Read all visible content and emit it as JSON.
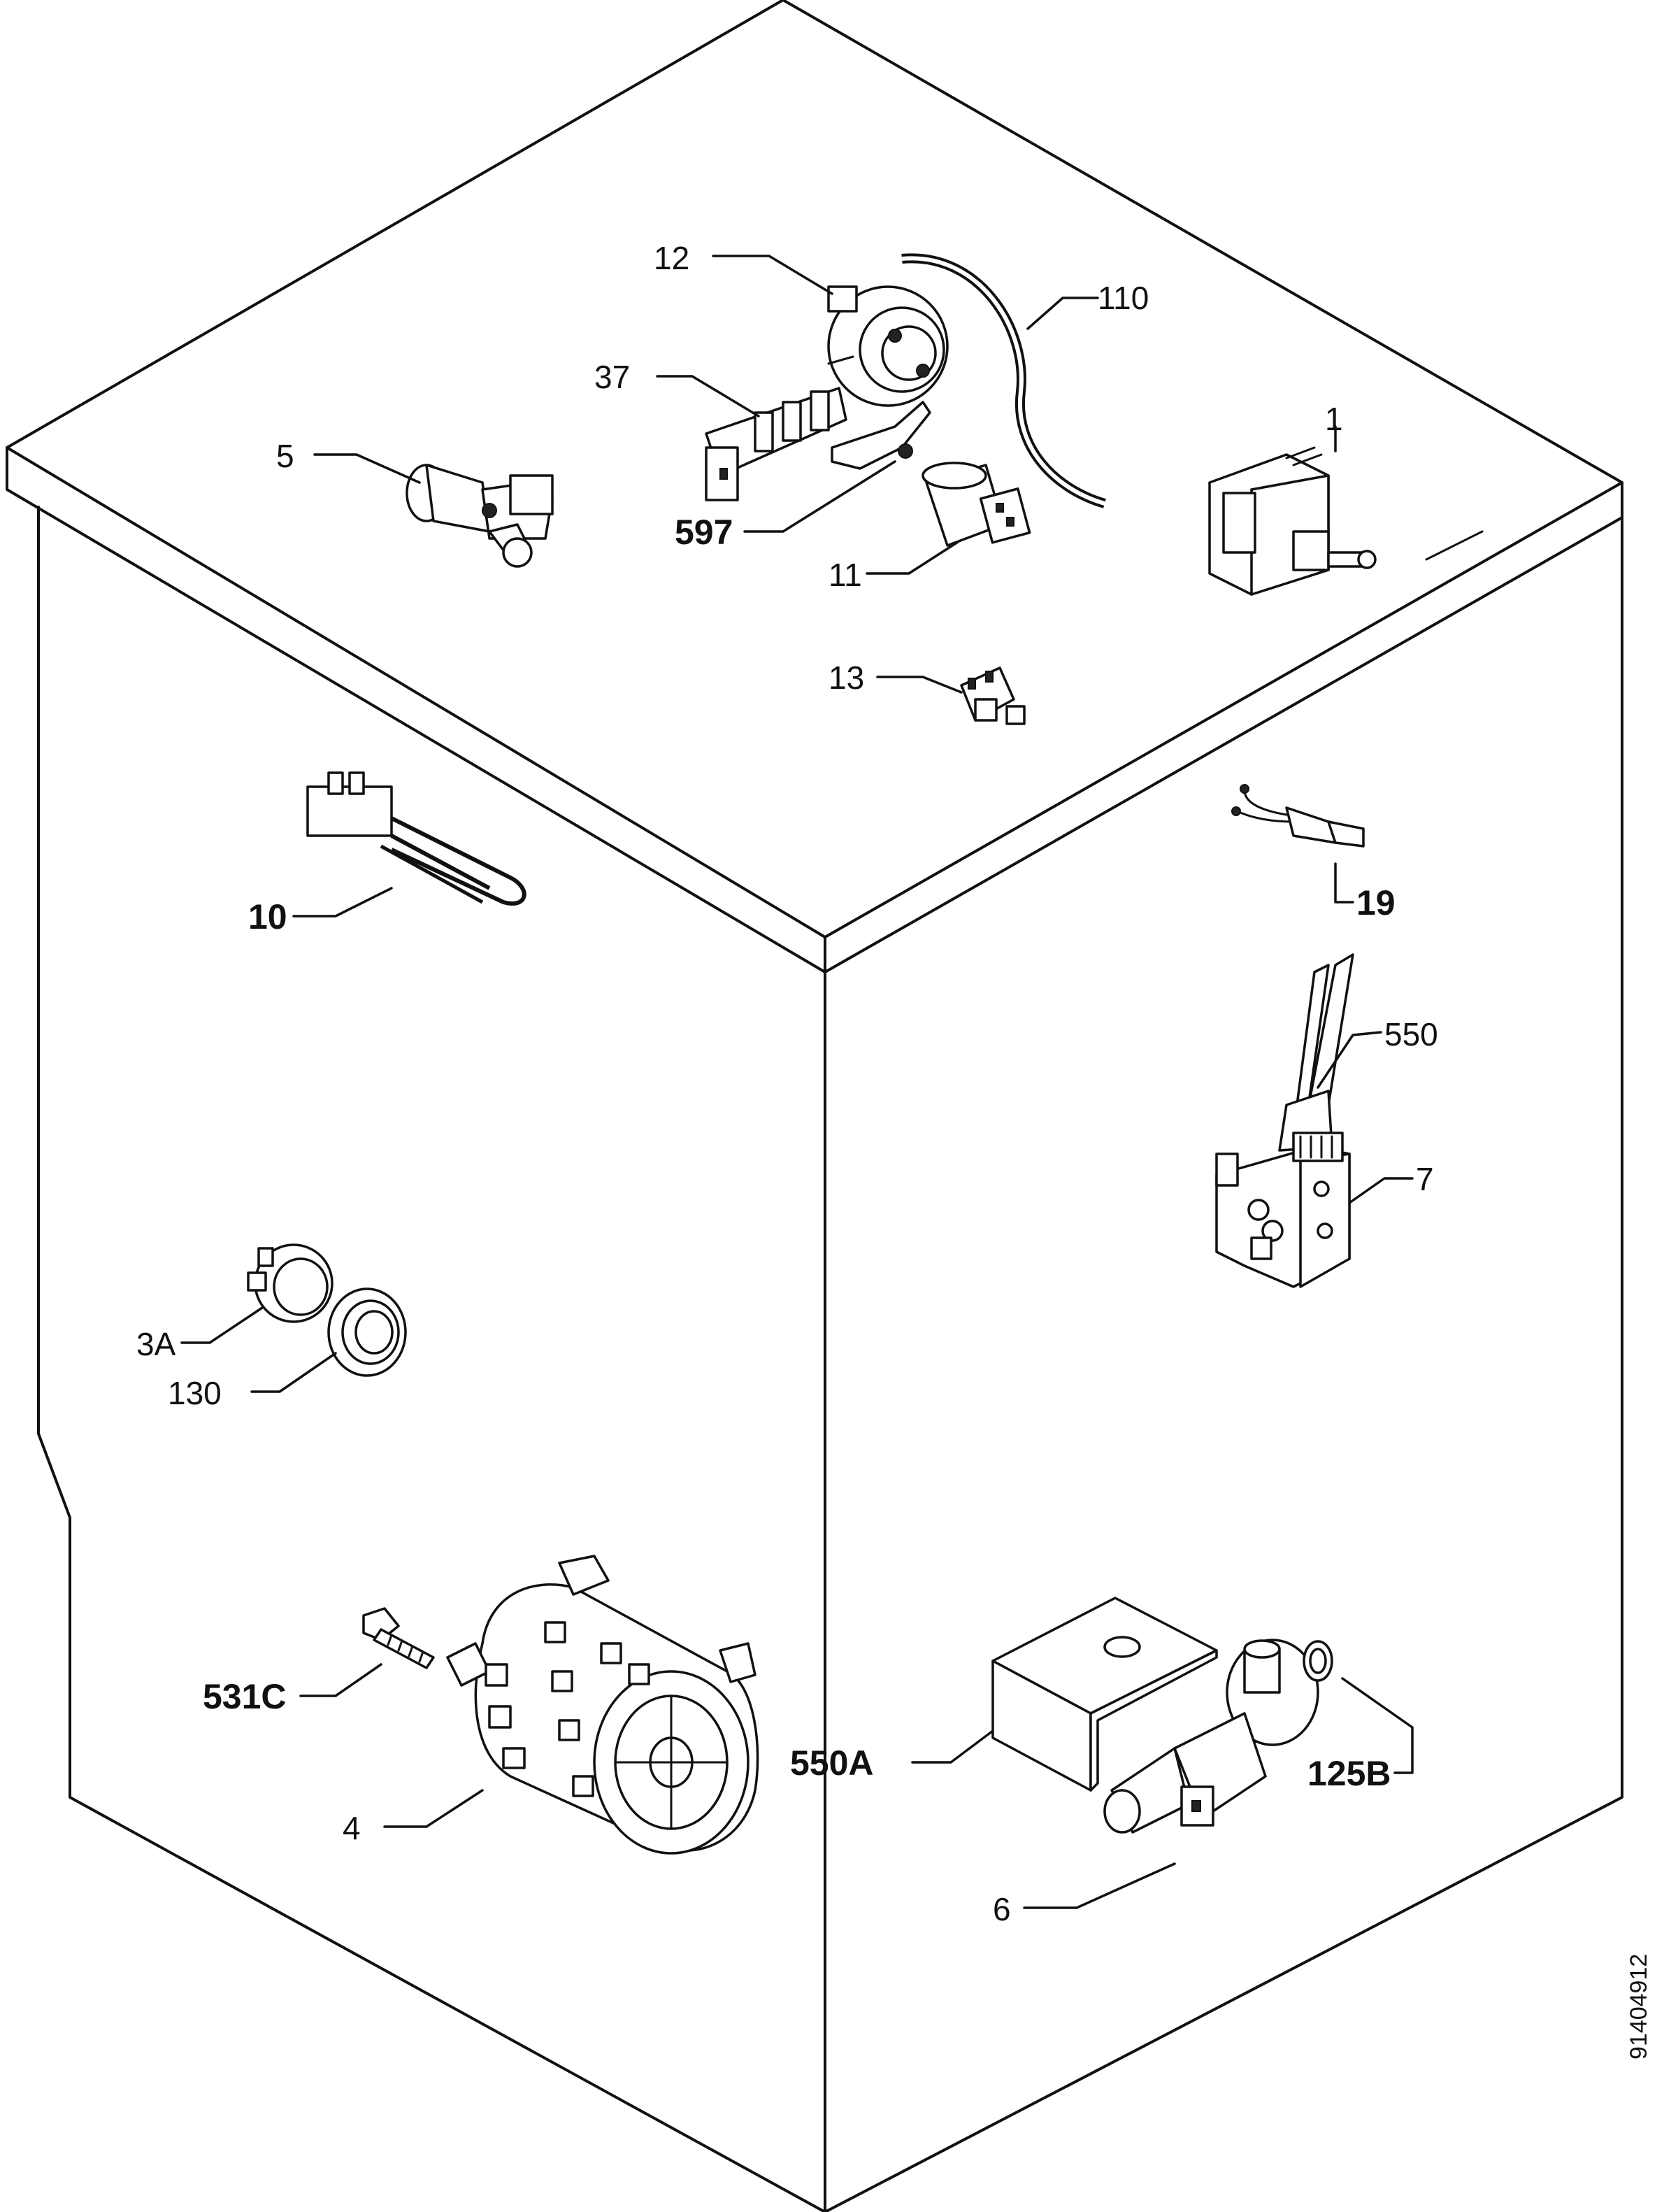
{
  "labels": {
    "p12": "12",
    "p110": "110",
    "p37": "37",
    "p5": "5",
    "p1": "1",
    "p597": "597",
    "p11": "11",
    "p13": "13",
    "p10": "10",
    "p19": "19",
    "p550": "550",
    "p7": "7",
    "p3A": "3A",
    "p130": "130",
    "p531C": "531C",
    "p550A": "550A",
    "p125B": "125B",
    "p4": "4",
    "p6": "6"
  },
  "document_number": "91404912"
}
